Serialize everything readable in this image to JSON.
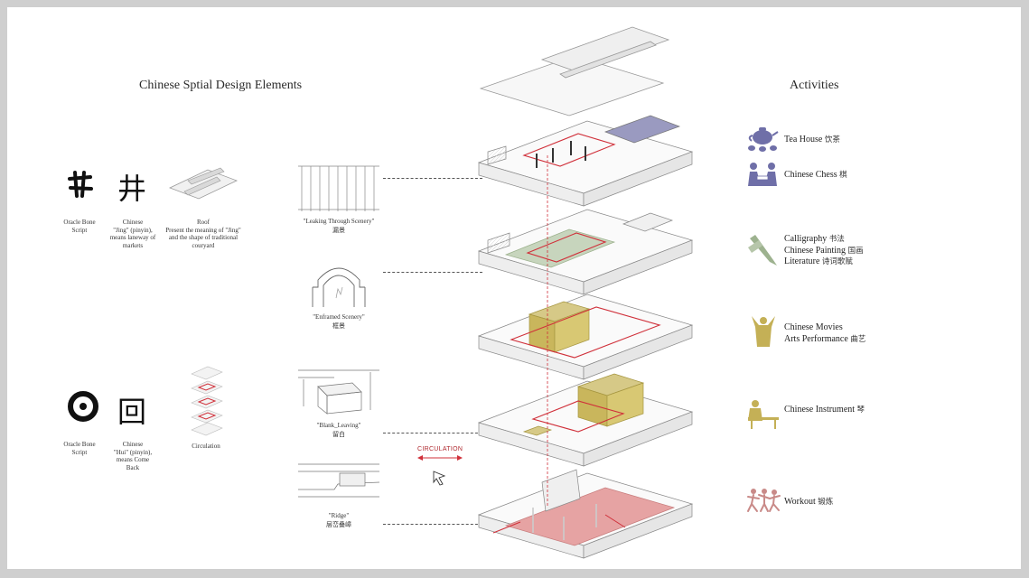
{
  "left_title": "Chinese Sptial Design Elements",
  "right_title": "Activities",
  "elements": {
    "jing_oracle": {
      "glyph": "井",
      "caption": [
        "Oracle Bone",
        "Script"
      ]
    },
    "jing_chinese": {
      "glyph": "井",
      "caption": [
        "Chinese",
        "\"Jing\" (pinyin),",
        "means laneway of",
        "markets"
      ]
    },
    "roof": {
      "caption": [
        "Roof",
        "Present the meaning of \"Jing\"",
        "and the shape of traditional",
        "couryard"
      ]
    },
    "hui_chinese": {
      "glyph": "回",
      "caption": [
        "Chinese",
        "\"Hui\" (pinyin),",
        "means Come",
        "Back"
      ]
    },
    "hui_oracle": {
      "caption": [
        "Oracle Bone",
        "Script"
      ]
    },
    "circulation": {
      "caption": "Circulation"
    }
  },
  "sceneries": [
    {
      "en": "\"Leaking Through Scenery\"",
      "zh": "漏景"
    },
    {
      "en": "\"Enframed Scenery\"",
      "zh": "框景"
    },
    {
      "en": "\"Blank_Leaving\"",
      "zh": "留白"
    },
    {
      "en": "\"Ridge\"",
      "zh": "层峦叠嶂"
    }
  ],
  "circulation_label": "CIRCULATION",
  "activities": [
    {
      "en": "Tea House",
      "zh": "饮茶",
      "icon": "teapot-icon",
      "color": "#6f6fa8"
    },
    {
      "en": "Chinese Chess",
      "zh": "棋",
      "icon": "chess-players-icon",
      "color": "#6f6fa8"
    },
    {
      "lines": [
        {
          "en": "Calligraphy",
          "zh": "书法"
        },
        {
          "en": "Chinese Painting",
          "zh": "国画"
        },
        {
          "en": "Literature",
          "zh": "诗词歌赋"
        }
      ],
      "icon": "brush-icon",
      "color": "#9db28f"
    },
    {
      "lines": [
        {
          "en": "Chinese Movies",
          "zh": ""
        },
        {
          "en": "Arts Performance",
          "zh": "曲艺"
        }
      ],
      "icon": "performer-icon",
      "color": "#c4b056"
    },
    {
      "en": "Chinese Instrument",
      "zh": "琴",
      "icon": "guqin-player-icon",
      "color": "#c4b056"
    },
    {
      "en": "Workout",
      "zh": "锻炼",
      "icon": "dancers-icon",
      "color": "#c98a88"
    }
  ],
  "colors": {
    "accent_red": "#d0303a",
    "tea": "#6f6fa8",
    "green": "#9db28f",
    "gold": "#c4b056",
    "pink": "#d99a98"
  }
}
